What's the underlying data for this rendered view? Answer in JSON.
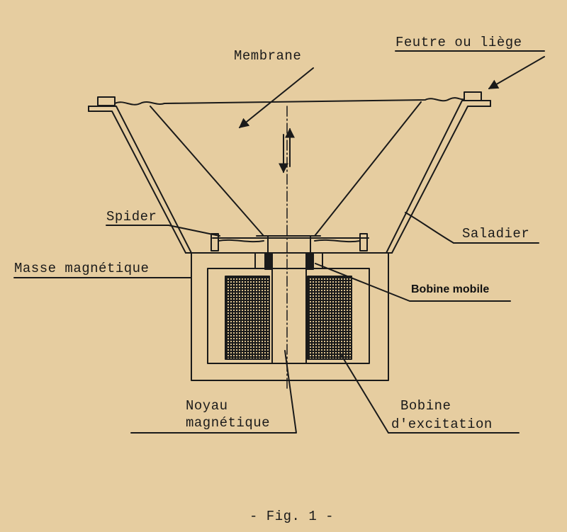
{
  "labels": {
    "membrane": "Membrane",
    "feutre": "Feutre ou liège",
    "spider": "Spider",
    "saladier": "Saladier",
    "masse": "Masse magnétique",
    "bobine_mobile": "Bobine mobile",
    "noyau_1": "Noyau",
    "noyau_2": "magnétique",
    "bobine_exc_1": "Bobine",
    "bobine_exc_2": "d'excitation",
    "caption": "- Fig. 1 -"
  },
  "colors": {
    "paper": "#e6cda0",
    "ink": "#1a1a1a"
  }
}
